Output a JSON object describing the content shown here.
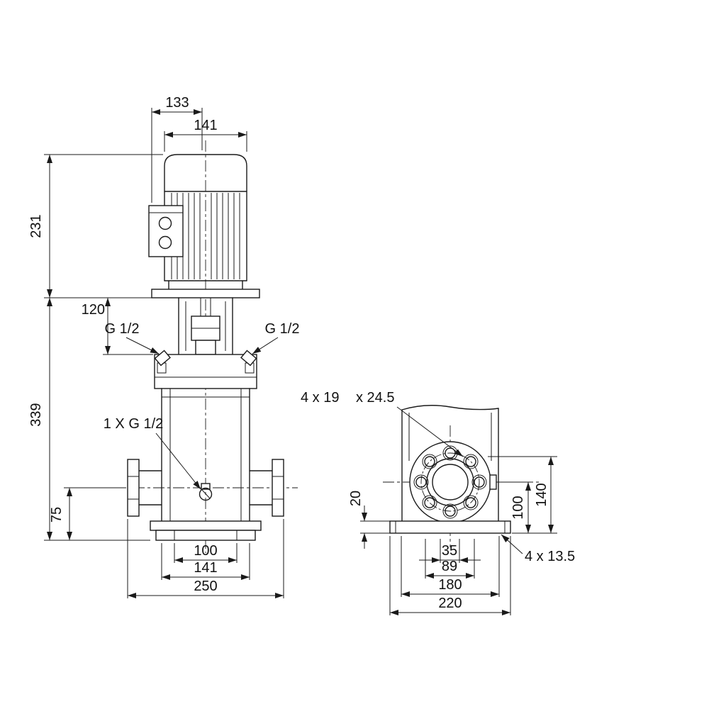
{
  "colors": {
    "line": "#1a1a1a",
    "background": "#ffffff"
  },
  "front": {
    "motor_top": "133",
    "motor_width": "141",
    "motor_height": "231",
    "head_height": "120",
    "vent_left": "G 1/2",
    "vent_right": "G 1/2",
    "pump_height": "339",
    "drain": "1 X G 1/2",
    "port_height": "75",
    "width_100": "100",
    "width_141": "141",
    "width_250": "250"
  },
  "side": {
    "flange_holes": "4 x 19",
    "flange_spotface": "x 24.5",
    "base_thickness": "20",
    "height_100": "100",
    "height_140": "140",
    "width_35": "35",
    "width_89": "89",
    "width_180": "180",
    "width_220": "220",
    "base_holes": "4 x 13.5"
  }
}
